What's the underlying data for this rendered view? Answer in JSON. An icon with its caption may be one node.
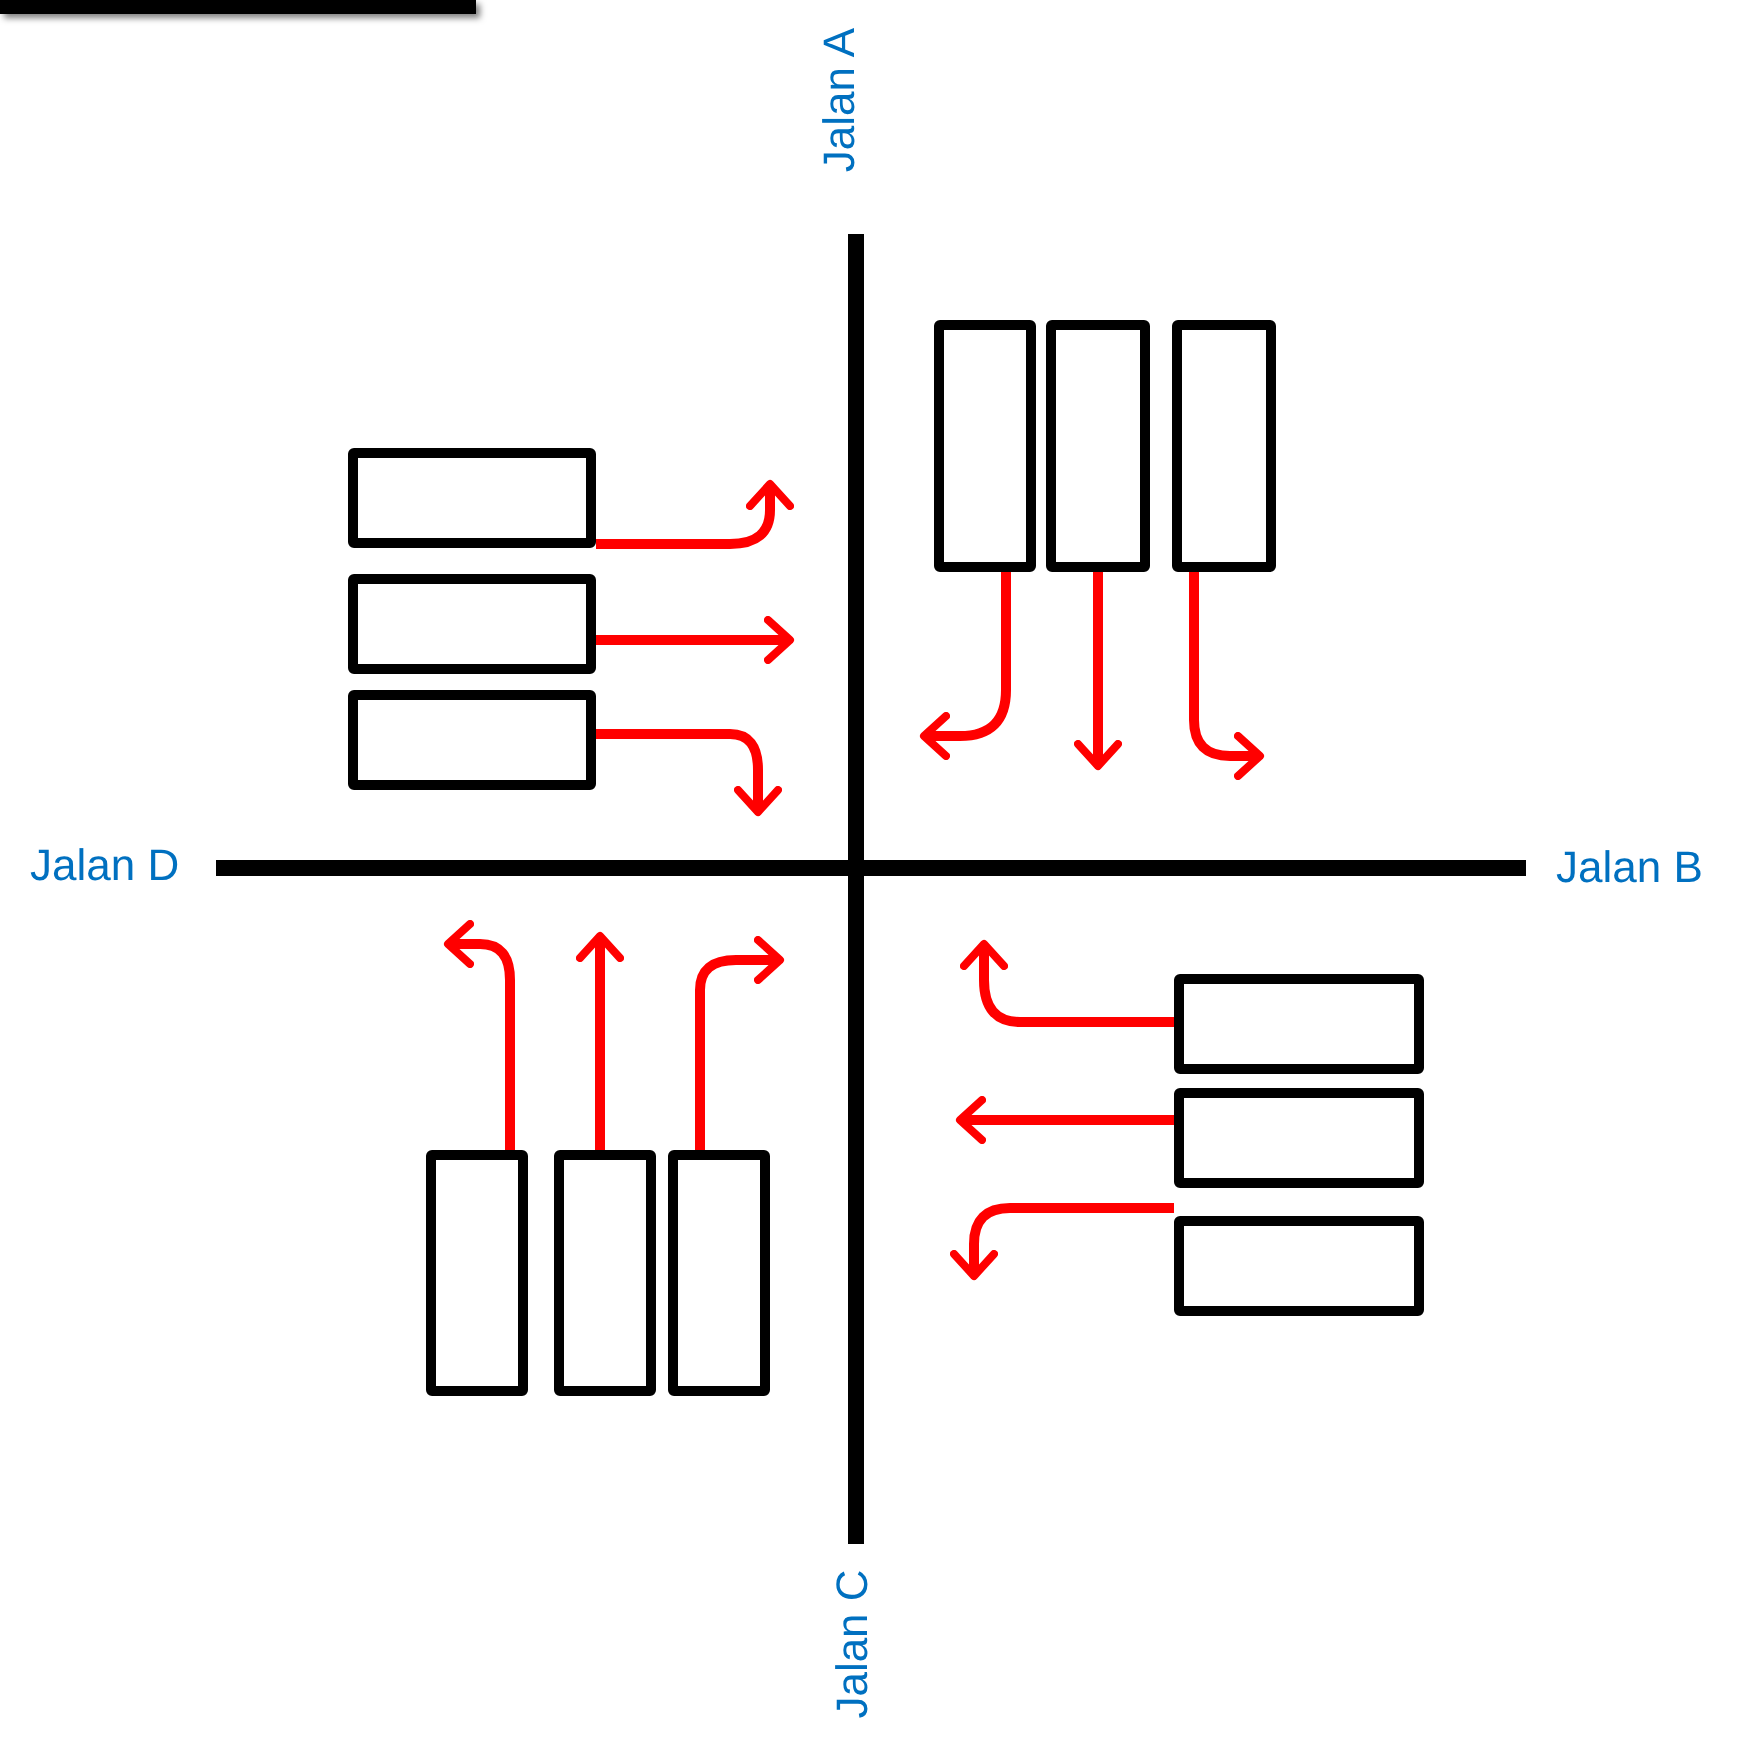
{
  "diagram": {
    "nodes": [
      {
        "text": [],
        "shape": "box"
      },
      {
        "text": [],
        "shape": "box"
      },
      {
        "text": [],
        "shape": "box"
      },
      {
        "text": [],
        "shape": "box"
      },
      {
        "text": [],
        "shape": "box"
      },
      {
        "text": [],
        "shape": "box"
      },
      {
        "text": [],
        "shape": "box"
      },
      {
        "text": [],
        "shape": "box"
      },
      {
        "text": [],
        "shape": "box"
      },
      {
        "text": [],
        "shape": "box"
      },
      {
        "text": [],
        "shape": "box"
      },
      {
        "text": [],
        "shape": "box"
      }
    ],
    "edges": [
      {
        "from": 0,
        "to": null,
        "arrow": "to"
      },
      {
        "from": 1,
        "to": null,
        "arrow": "to"
      },
      {
        "from": 2,
        "to": null,
        "arrow": "to"
      },
      {
        "from": 3,
        "to": null,
        "arrow": "to"
      },
      {
        "from": 4,
        "to": null,
        "arrow": "to"
      },
      {
        "from": 5,
        "to": null,
        "arrow": "to"
      },
      {
        "from": 6,
        "to": null,
        "arrow": "to"
      },
      {
        "from": 7,
        "to": null,
        "arrow": "to"
      },
      {
        "from": 8,
        "to": null,
        "arrow": "to"
      },
      {
        "from": 9,
        "to": null,
        "arrow": "to"
      },
      {
        "from": 10,
        "to": null,
        "arrow": "to"
      },
      {
        "from": 11,
        "to": null,
        "arrow": "to"
      }
    ],
    "labels": [
      "Jalan A",
      "Jalan D",
      "Jalan B",
      "Jalan C"
    ]
  }
}
